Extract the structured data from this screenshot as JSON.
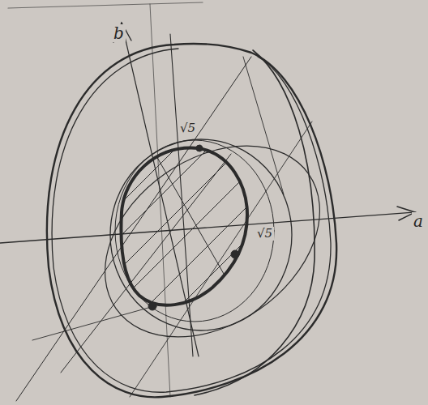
{
  "diagram": {
    "labels": [
      "b",
      "√5",
      "√5",
      "a"
    ]
  }
}
